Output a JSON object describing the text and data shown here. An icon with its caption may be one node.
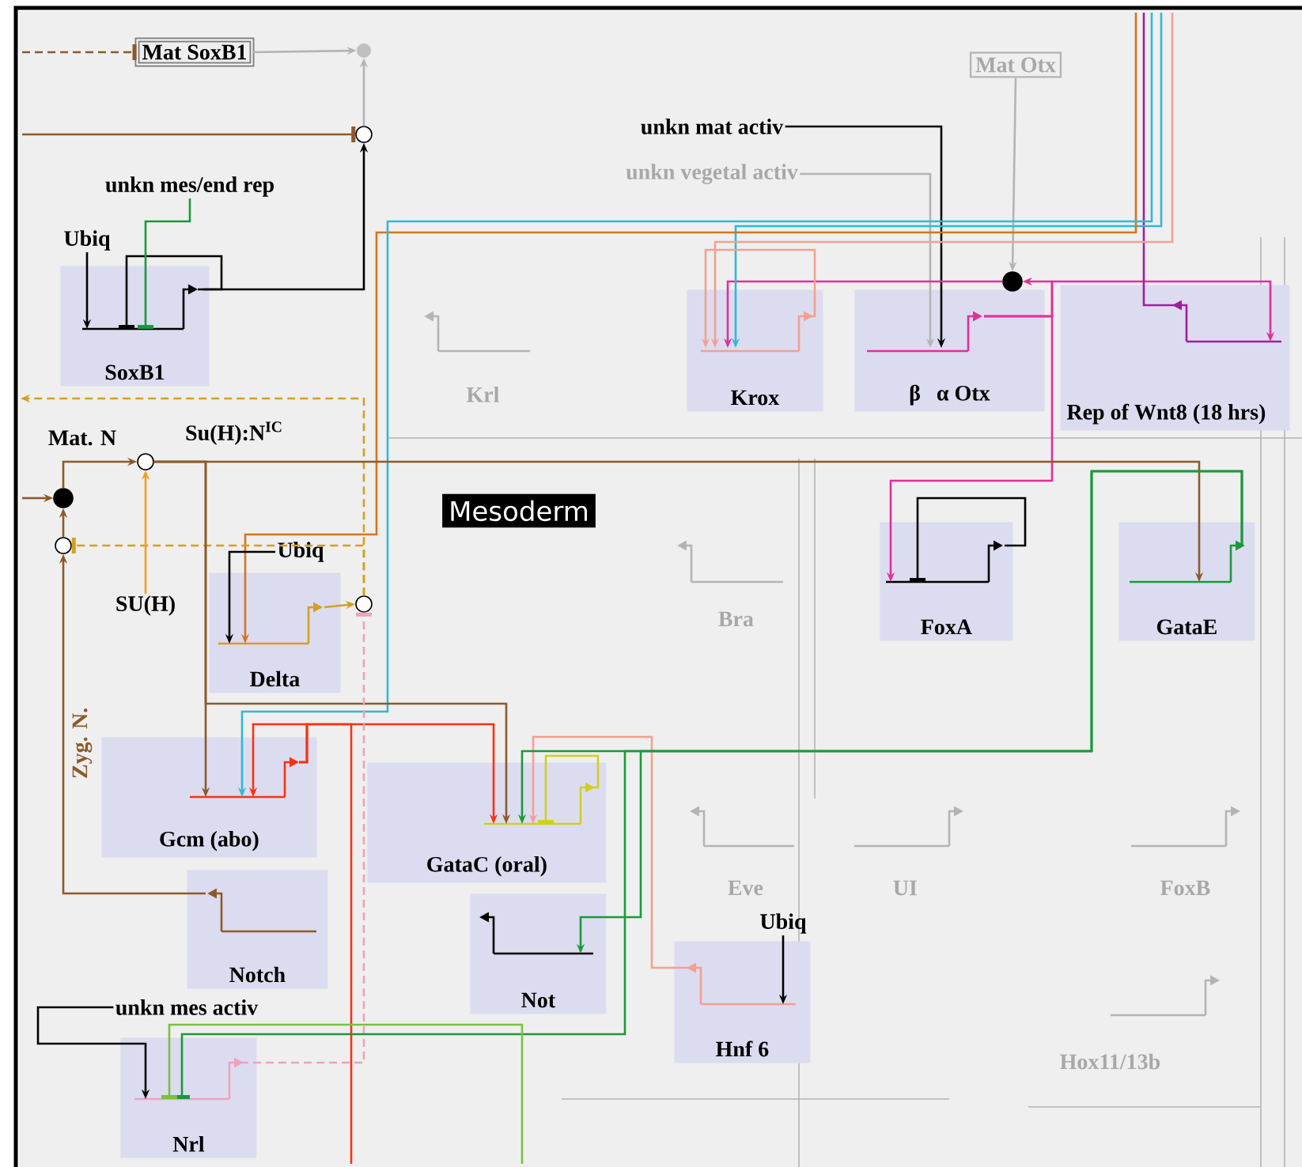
{
  "diagram": {
    "nodes": [
      {
        "text": [
          "Mat SoxB1"
        ]
      },
      {
        "text": [],
        "shape": "circle"
      },
      {
        "text": [
          "Mat Otx"
        ]
      },
      {
        "text": [
          "unkn mat activ"
        ]
      },
      {
        "text": [],
        "shape": "circle"
      },
      {
        "text": [
          "unkn vegetal activ"
        ]
      },
      {
        "text": [
          "unkn mes/end rep"
        ]
      },
      {
        "text": [
          "Ubiq"
        ]
      },
      {
        "text": [
          "SoxB1"
        ]
      },
      {
        "text": [
          "Krox"
        ]
      },
      {
        "text": [
          "β",
          "α Otx"
        ]
      },
      {
        "text": [],
        "shape": "circle"
      },
      {
        "text": [
          "Rep of Wnt8 (18 hrs)"
        ]
      },
      {
        "text": [
          "Krl"
        ]
      },
      {
        "text": [
          "Mat. N"
        ]
      },
      {
        "text": [
          "Su(H):N$^{IC}$"
        ]
      },
      {
        "text": [],
        "shape": "circle"
      },
      {
        "text": [],
        "shape": "circle"
      },
      {
        "text": [],
        "shape": "circle"
      },
      {
        "text": [
          "Mesoderm"
        ]
      },
      {
        "text": [
          "SU(H)"
        ]
      },
      {
        "text": [
          "Ubiq"
        ]
      },
      {
        "text": [
          "Delta"
        ]
      },
      {
        "text": [],
        "shape": "circle"
      },
      {
        "text": [
          "Bra"
        ]
      },
      {
        "text": [
          "FoxA"
        ]
      },
      {
        "text": [
          "GataE"
        ]
      },
      {
        "text": [
          "Gcm (abo)"
        ]
      },
      {
        "text": [
          "GataC (oral)"
        ]
      },
      {
        "text": [
          "Eve"
        ]
      },
      {
        "text": [
          "UI"
        ]
      },
      {
        "text": [
          "FoxB"
        ]
      },
      {
        "text": [
          "Notch"
        ]
      },
      {
        "text": [
          "Not"
        ]
      },
      {
        "text": [
          "Ubiq"
        ]
      },
      {
        "text": [
          "Hnf 6"
        ]
      },
      {
        "text": [
          "Hox11/13b"
        ]
      },
      {
        "text": [
          "unkn mes activ"
        ]
      },
      {
        "text": [
          "Nrl"
        ]
      }
    ],
    "edges": [
      {
        "from": null,
        "to": 0,
        "arrow": "other",
        "style": "dashed",
        "color": "#8b5a2b"
      },
      {
        "from": 0,
        "to": 1,
        "arrow": "to",
        "color": "#b4b4b4"
      },
      {
        "from": 4,
        "to": 1,
        "arrow": "to",
        "color": "#b4b4b4"
      },
      {
        "from": null,
        "to": 4,
        "arrow": "other",
        "color": "#8b5a2b"
      },
      {
        "from": 8,
        "to": 4,
        "arrow": "to",
        "color": "#000000"
      },
      {
        "from": 8,
        "to": 8,
        "arrow": "other",
        "color": "#000000"
      },
      {
        "from": 7,
        "to": 8,
        "arrow": "to",
        "color": "#000000"
      },
      {
        "from": 6,
        "to": 8,
        "arrow": "other",
        "color": "#1a9a3a"
      },
      {
        "from": 3,
        "to": 10,
        "arrow": "to",
        "color": "#000000"
      },
      {
        "from": 5,
        "to": 10,
        "arrow": "to",
        "color": "#b4b4b4"
      },
      {
        "from": 2,
        "to": 11,
        "arrow": "to",
        "color": "#b4b4b4"
      },
      {
        "from": 11,
        "to": 9,
        "arrow": "to",
        "color": "#e0309a"
      },
      {
        "from": 10,
        "to": 11,
        "arrow": "to",
        "color": "#e0309a"
      },
      {
        "from": 10,
        "to": 12,
        "arrow": "to",
        "color": "#e0309a"
      },
      {
        "from": 10,
        "to": 25,
        "arrow": "to",
        "color": "#e0309a"
      },
      {
        "from": 12,
        "to": null,
        "arrow": "none",
        "color": "#a020a0"
      },
      {
        "from": null,
        "to": 9,
        "arrow": "to",
        "color": "#30b8d8"
      },
      {
        "from": null,
        "to": 9,
        "arrow": "to",
        "color": "#f4a090"
      },
      {
        "from": 9,
        "to": 9,
        "arrow": "to",
        "color": "#f4a090"
      },
      {
        "from": null,
        "to": 22,
        "arrow": "to",
        "color": "#d2761e"
      },
      {
        "from": null,
        "to": 27,
        "arrow": "to",
        "color": "#30b8d8"
      },
      {
        "from": 21,
        "to": 22,
        "arrow": "to",
        "color": "#000000"
      },
      {
        "from": 22,
        "to": 23,
        "arrow": "to",
        "color": "#d4a020"
      },
      {
        "from": 23,
        "to": 18,
        "arrow": "other",
        "style": "dashed",
        "color": "#d4a020"
      },
      {
        "from": 23,
        "to": null,
        "arrow": "to",
        "style": "dashed",
        "color": "#d4a020"
      },
      {
        "from": 20,
        "to": 16,
        "arrow": "to",
        "color": "#f0a020"
      },
      {
        "from": null,
        "to": 17,
        "arrow": "to",
        "color": "#8b5a2b"
      },
      {
        "from": 17,
        "to": 16,
        "arrow": "to",
        "color": "#8b5a2b"
      },
      {
        "from": 18,
        "to": 17,
        "arrow": "to",
        "color": "#8b5a2b"
      },
      {
        "from": 32,
        "to": 18,
        "arrow": "to",
        "color": "#8b5a2b",
        "label": "Zyg. N."
      },
      {
        "from": 16,
        "to": 26,
        "arrow": "to",
        "color": "#8b5a2b"
      },
      {
        "from": 16,
        "to": 27,
        "arrow": "to",
        "color": "#8b5a2b"
      },
      {
        "from": 16,
        "to": 28,
        "arrow": "to",
        "color": "#8b5a2b"
      },
      {
        "from": 27,
        "to": 27,
        "arrow": "to",
        "color": "#ff3010"
      },
      {
        "from": 27,
        "to": 28,
        "arrow": "to",
        "color": "#ff3010"
      },
      {
        "from": 27,
        "to": null,
        "arrow": "none",
        "color": "#ff3010"
      },
      {
        "from": 38,
        "to": 23,
        "arrow": "other",
        "style": "dashed",
        "color": "#f0a0c0"
      },
      {
        "from": 28,
        "to": 28,
        "arrow": "other",
        "color": "#d0d020"
      },
      {
        "from": 35,
        "to": 28,
        "arrow": "to",
        "color": "#f4a090"
      },
      {
        "from": 34,
        "to": 35,
        "arrow": "to",
        "color": "#000000"
      },
      {
        "from": 26,
        "to": 28,
        "arrow": "to",
        "color": "#1a9a3a"
      },
      {
        "from": 26,
        "to": 33,
        "arrow": "to",
        "color": "#1a9a3a"
      },
      {
        "from": 26,
        "to": 38,
        "arrow": "other",
        "color": "#1a9a3a"
      },
      {
        "from": null,
        "to": 38,
        "arrow": "other",
        "color": "#7ac142"
      },
      {
        "from": 25,
        "to": 25,
        "arrow": "other",
        "color": "#000000"
      },
      {
        "from": 37,
        "to": 38,
        "arrow": "to",
        "color": "#000000"
      }
    ]
  }
}
